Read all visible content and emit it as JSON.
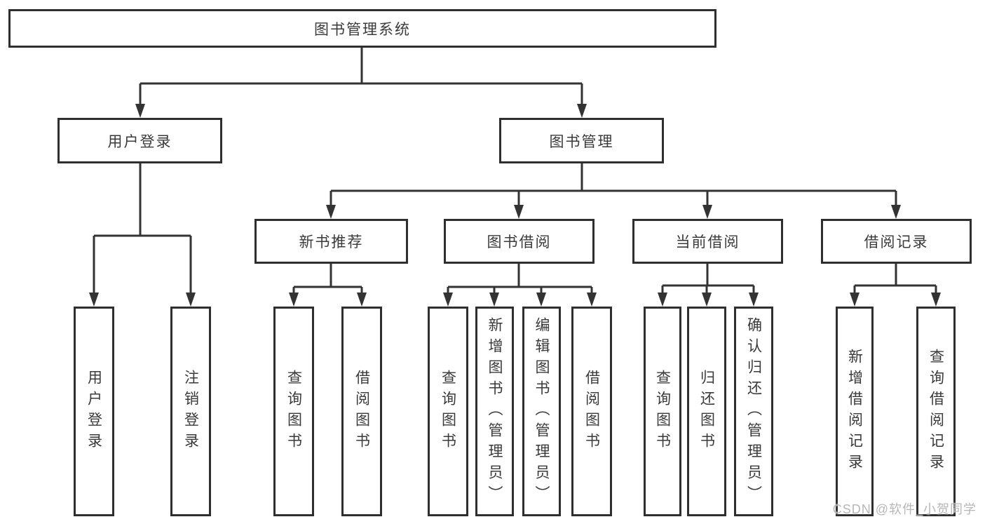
{
  "diagram": {
    "type": "hierarchy",
    "root": {
      "label": "图书管理系统"
    },
    "level2": {
      "user_login": {
        "label": "用户登录"
      },
      "book_mgmt": {
        "label": "图书管理"
      }
    },
    "level3": {
      "new_book_rec": {
        "label": "新书推荐",
        "parent": "图书管理"
      },
      "book_borrow": {
        "label": "图书借阅",
        "parent": "图书管理"
      },
      "current_borrow": {
        "label": "当前借阅",
        "parent": "图书管理"
      },
      "borrow_record": {
        "label": "借阅记录",
        "parent": "图书管理"
      }
    },
    "leaves": {
      "leaf_user_login": {
        "label": "用户登录",
        "parent": "用户登录"
      },
      "leaf_logout": {
        "label": "注销登录",
        "parent": "用户登录"
      },
      "leaf_query_book_1": {
        "label": "查询图书",
        "parent": "新书推荐"
      },
      "leaf_borrow_book_1": {
        "label": "借阅图书",
        "parent": "新书推荐"
      },
      "leaf_query_book_2": {
        "label": "查询图书",
        "parent": "图书借阅"
      },
      "leaf_add_book": {
        "label": "新增图书（管理员）",
        "parent": "图书借阅"
      },
      "leaf_edit_book": {
        "label": "编辑图书（管理员）",
        "parent": "图书借阅"
      },
      "leaf_borrow_book_2": {
        "label": "借阅图书",
        "parent": "图书借阅"
      },
      "leaf_query_book_3": {
        "label": "查询图书",
        "parent": "当前借阅"
      },
      "leaf_return_book": {
        "label": "归还图书",
        "parent": "当前借阅"
      },
      "leaf_confirm_return": {
        "label": "确认归还（管理员）",
        "parent": "当前借阅"
      },
      "leaf_add_record": {
        "label": "新增借阅记录",
        "parent": "借阅记录"
      },
      "leaf_query_record": {
        "label": "查询借阅记录",
        "parent": "借阅记录"
      }
    }
  },
  "watermark": {
    "text": "CSDN @软件_小贺同学"
  },
  "colors": {
    "line": "#333333",
    "box_border": "#2f2f2f",
    "text": "#3a3a3a",
    "watermark": "#b7b7b7",
    "background": "#ffffff"
  }
}
